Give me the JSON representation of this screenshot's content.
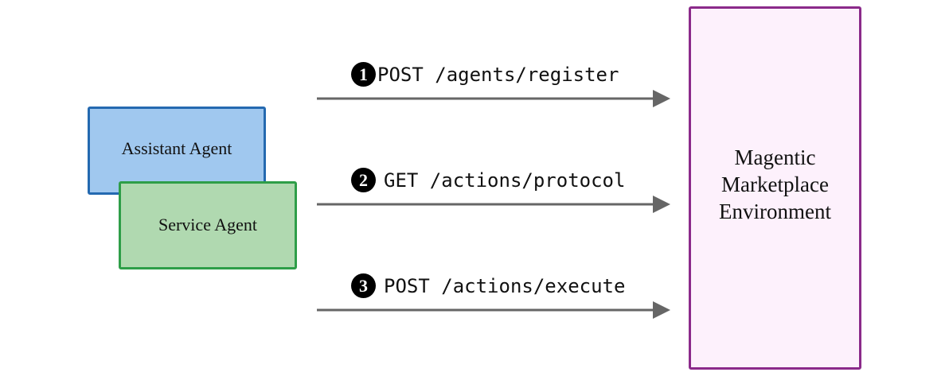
{
  "agents": {
    "assistant_label": "Assistant Agent",
    "service_label": "Service Agent"
  },
  "environment": {
    "lines": [
      "Magentic",
      "Marketplace",
      "Environment"
    ]
  },
  "steps": [
    {
      "number": "1",
      "method": "POST",
      "path": "/agents/register",
      "text": "POST /agents/register"
    },
    {
      "number": "2",
      "method": "GET",
      "path": "/actions/protocol",
      "text": "GET /actions/protocol"
    },
    {
      "number": "3",
      "method": "POST",
      "path": "/actions/execute",
      "text": "POST /actions/execute"
    }
  ],
  "colors": {
    "assistant_fill": "#a0c8ef",
    "assistant_border": "#2469b0",
    "service_fill": "#b0d9b0",
    "service_border": "#2e9e48",
    "environment_fill": "#fdf1fc",
    "environment_border": "#8b2a8a",
    "arrow": "#666666"
  }
}
